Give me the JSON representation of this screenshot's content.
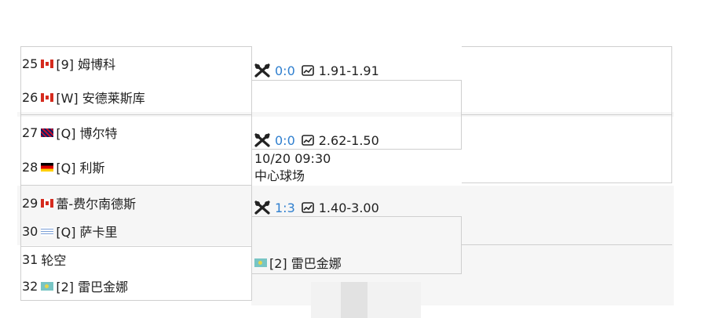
{
  "players": [
    {
      "num": "25",
      "flag": "ca",
      "label": "[9] 姆博科"
    },
    {
      "num": "26",
      "flag": "ca",
      "label": "[W] 安德莱斯库"
    },
    {
      "num": "27",
      "flag": "gb",
      "label": "[Q] 博尔特"
    },
    {
      "num": "28",
      "flag": "de",
      "label": "[Q] 利斯"
    },
    {
      "num": "29",
      "flag": "ca",
      "label": "蕾-费尔南德斯"
    },
    {
      "num": "30",
      "flag": "uy",
      "label": "[Q] 萨卡里"
    },
    {
      "num": "31",
      "flag": "",
      "label": "轮空"
    },
    {
      "num": "32",
      "flag": "kz",
      "label": "[2] 雷巴金娜"
    }
  ],
  "matches": [
    {
      "score": "0:0",
      "odds": "1.91-1.91"
    },
    {
      "score": "0:0",
      "odds": "2.62-1.50",
      "datetime": "10/20 09:30",
      "venue": "中心球场"
    },
    {
      "score": "1:3",
      "odds": "1.40-3.00"
    }
  ],
  "round2_winner": {
    "flag": "kz",
    "label": "[2] 雷巴金娜"
  },
  "icons": {
    "versus": "crossed-rackets-icon",
    "odds": "odds-chart-icon"
  },
  "colors": {
    "score": "#2f7fcf",
    "line": "#cfcfcf"
  }
}
